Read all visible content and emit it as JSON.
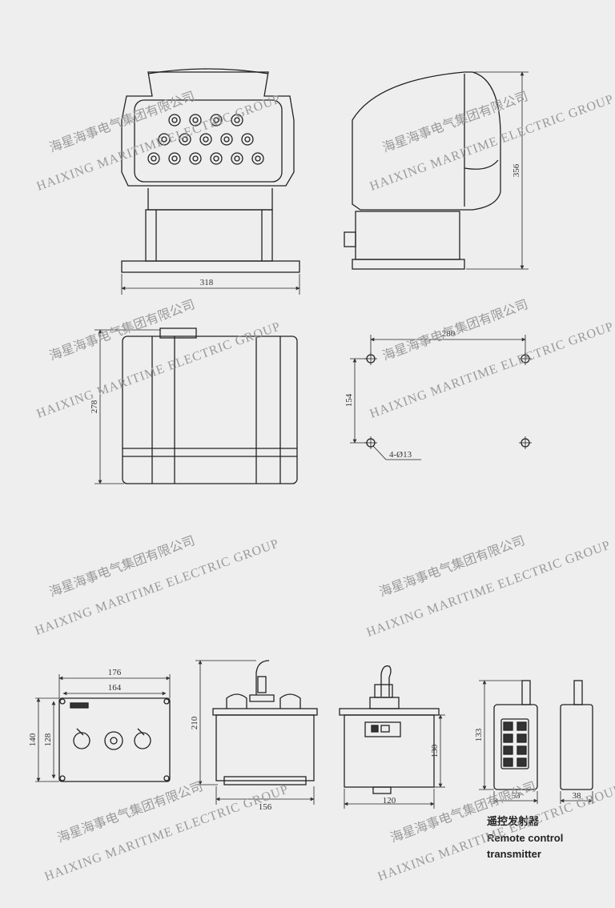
{
  "watermark": {
    "cn": "海星海事电气集团有限公司",
    "en": "HAIXING MARITIME ELECTRIC GROUP"
  },
  "dimensions": {
    "front_width": "318",
    "side_height": "356",
    "top_depth": "278",
    "hole_spacing_x": "280",
    "hole_spacing_y": "154",
    "holes": "4-Ø13",
    "box_outer_width": "176",
    "box_inner_width": "164",
    "box_outer_height": "140",
    "box_inner_height": "128",
    "joystick_height": "210",
    "joystick_width": "156",
    "joystick_side_width": "120",
    "joystick_side_height": "130",
    "remote_height": "133",
    "remote_width": "53",
    "remote_depth": "38"
  },
  "remote": {
    "label_cn": "遥控发射器",
    "label_en_line1": "Remote control",
    "label_en_line2": "transmitter"
  },
  "colors": {
    "background": "#eeeeee",
    "line": "#222222",
    "watermark": "#9a9a9a"
  }
}
